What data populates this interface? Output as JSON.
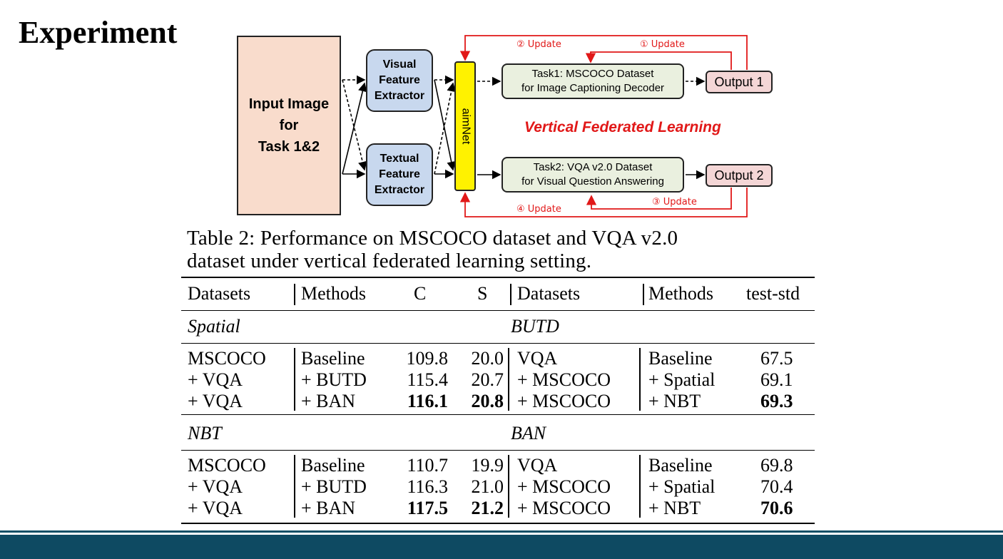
{
  "slide": {
    "title": "Experiment"
  },
  "diagram": {
    "input": [
      "Input Image",
      "for",
      "Task 1&2"
    ],
    "visual_fe": [
      "Visual",
      "Feature",
      "Extractor"
    ],
    "textual_fe": [
      "Textual",
      "Feature",
      "Extractor"
    ],
    "aimnet": "aimNet",
    "task1": [
      "Task1: MSCOCO Dataset",
      "for Image Captioning Decoder"
    ],
    "task2": [
      "Task2: VQA v2.0 Dataset",
      "for Visual Question Answering"
    ],
    "output1": "Output 1",
    "output2": "Output 2",
    "center_label": "Vertical Federated Learning",
    "updates": [
      "① Update",
      "② Update",
      "③ Update",
      "④ Update"
    ],
    "colors": {
      "update": "#e11818",
      "input": "#f9dccc",
      "fe": "#c8d8ee",
      "aimnet": "#fff200",
      "task": "#eaf0df",
      "output": "#f4d6d6"
    }
  },
  "table": {
    "caption": [
      "Table 2: Performance on MSCOCO dataset and VQA v2.0",
      "dataset under vertical federated learning setting."
    ],
    "headers": [
      "Datasets",
      "Methods",
      "C",
      "S",
      "Datasets",
      "Methods",
      "test-std"
    ],
    "groups": [
      {
        "left_label": "Spatial",
        "right_label": "BUTD",
        "rows": [
          [
            "MSCOCO",
            "Baseline",
            "109.8",
            "20.0",
            "VQA",
            "Baseline",
            "67.5"
          ],
          [
            "+ VQA",
            "+ BUTD",
            "115.4",
            "20.7",
            "+ MSCOCO",
            "+ Spatial",
            "69.1"
          ],
          [
            "+ VQA",
            "+ BAN",
            "116.1",
            "20.8",
            "+ MSCOCO",
            "+ NBT",
            "69.3"
          ]
        ]
      },
      {
        "left_label": "NBT",
        "right_label": "BAN",
        "rows": [
          [
            "MSCOCO",
            "Baseline",
            "110.7",
            "19.9",
            "VQA",
            "Baseline",
            "69.8"
          ],
          [
            "+ VQA",
            "+ BUTD",
            "116.3",
            "21.0",
            "+ MSCOCO",
            "+ Spatial",
            "70.4"
          ],
          [
            "+ VQA",
            "+ BAN",
            "117.5",
            "21.2",
            "+ MSCOCO",
            "+ NBT",
            "70.6"
          ]
        ]
      }
    ]
  }
}
